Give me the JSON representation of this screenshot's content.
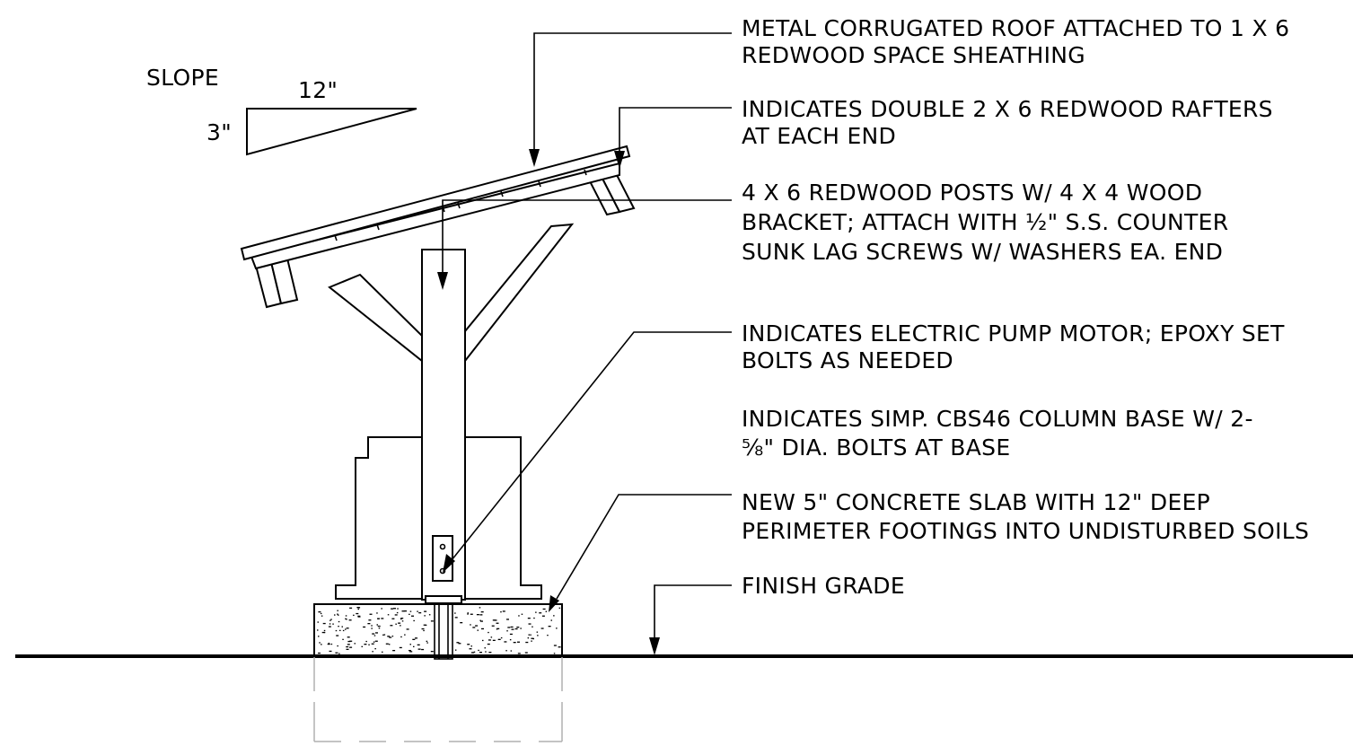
{
  "slope": {
    "label": "SLOPE",
    "run": "12\"",
    "rise": "3\""
  },
  "notes": [
    {
      "id": "roof",
      "lines": [
        "METAL CORRUGATED ROOF ATTACHED TO 1 X 6",
        "REDWOOD SPACE SHEATHING"
      ]
    },
    {
      "id": "rafters",
      "lines": [
        "INDICATES DOUBLE 2 X 6 REDWOOD RAFTERS",
        "AT EACH END"
      ]
    },
    {
      "id": "posts",
      "lines": [
        "4 X 6 REDWOOD POSTS W/ 4 X 4 WOOD",
        "BRACKET; ATTACH WITH ½\" S.S. COUNTER",
        "SUNK LAG SCREWS W/ WASHERS EA. END"
      ]
    },
    {
      "id": "pump",
      "lines": [
        "INDICATES ELECTRIC PUMP MOTOR; EPOXY SET",
        "BOLTS AS NEEDED"
      ]
    },
    {
      "id": "column-base",
      "lines": [
        "INDICATES SIMP. CBS46 COLUMN BASE W/ 2-",
        "⅝\" DIA. BOLTS AT BASE"
      ]
    },
    {
      "id": "slab",
      "lines": [
        "NEW 5\" CONCRETE SLAB WITH 12\" DEEP",
        "PERIMETER FOOTINGS INTO UNDISTURBED SOILS"
      ]
    },
    {
      "id": "grade",
      "lines": [
        "FINISH GRADE"
      ]
    }
  ]
}
